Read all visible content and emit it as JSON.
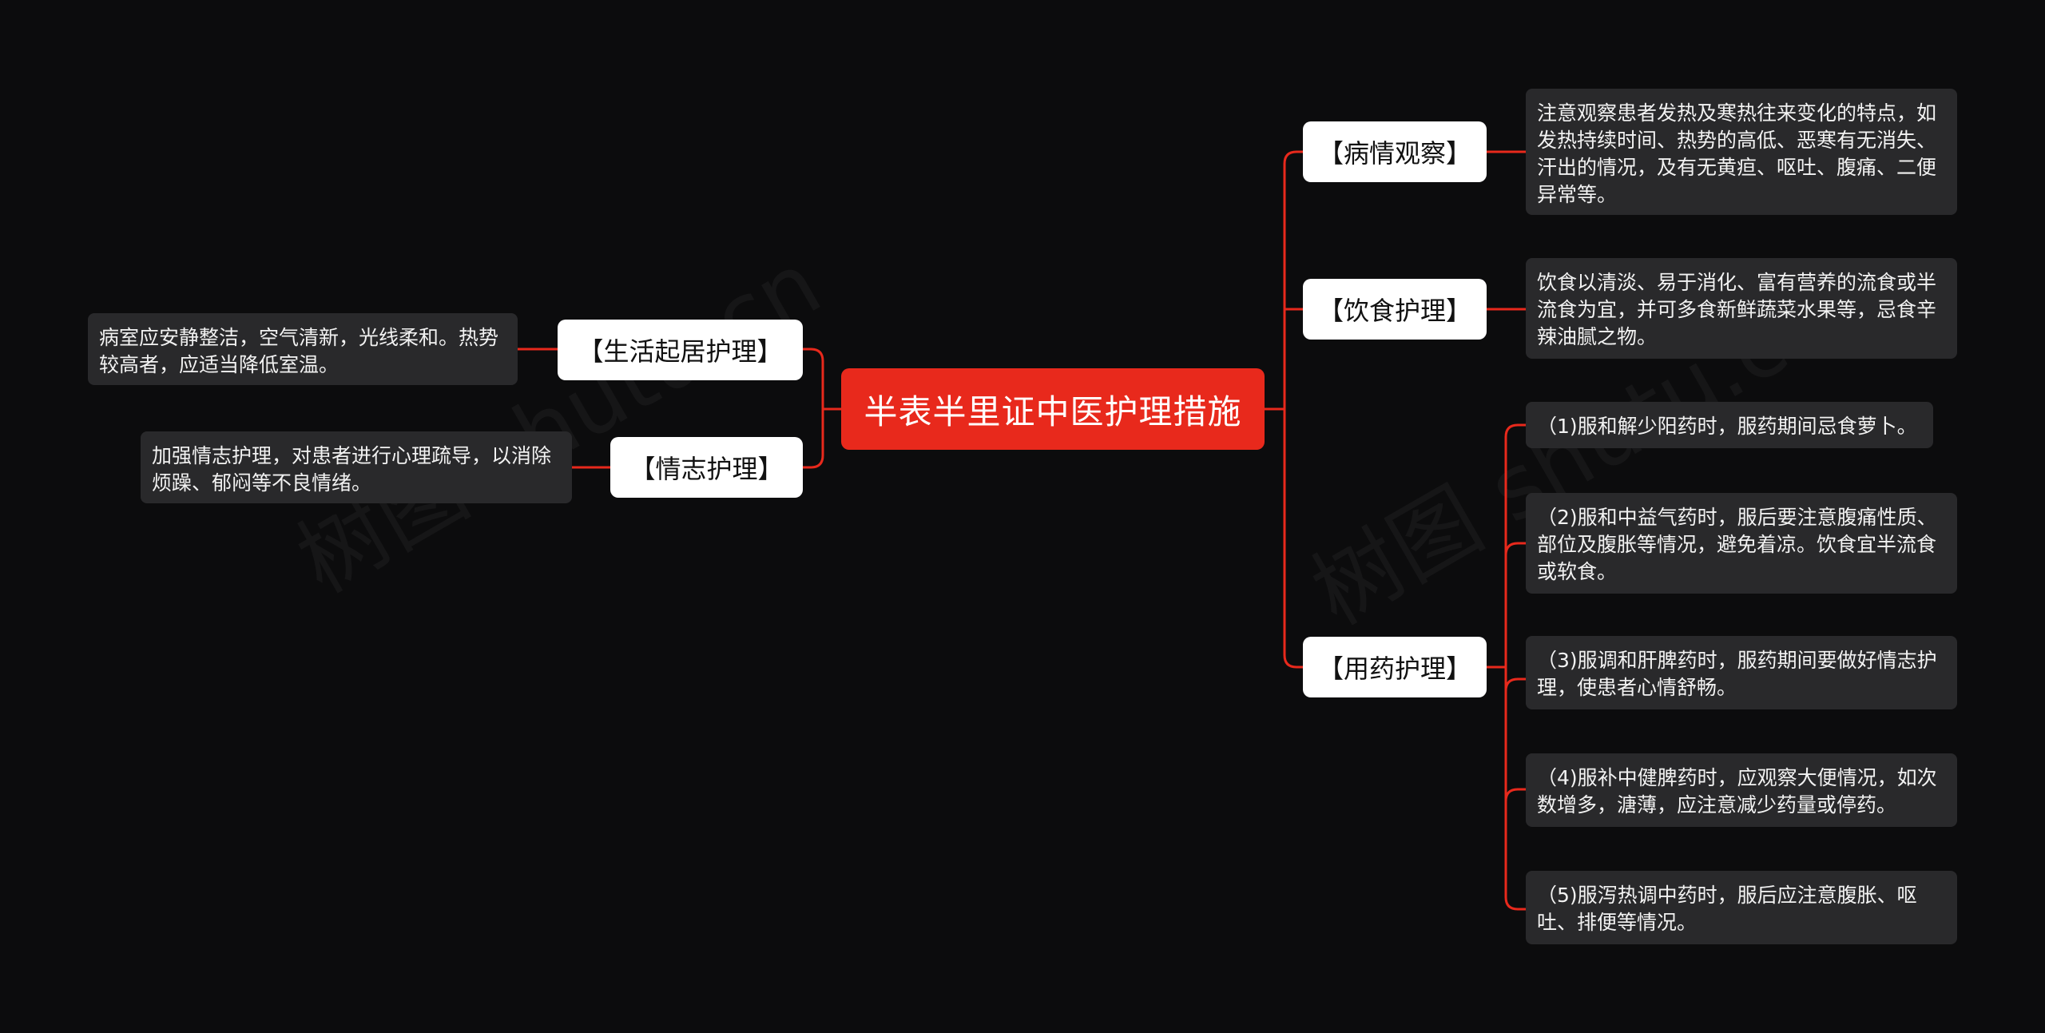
{
  "mindmap": {
    "root": "半表半里证中医护理措施",
    "left": [
      {
        "label": "【生活起居护理】",
        "details": [
          "病室应安静整洁，空气清新，光线柔和。热势较高者，应适当降低室温。"
        ]
      },
      {
        "label": "【情志护理】",
        "details": [
          "加强情志护理，对患者进行心理疏导，以消除烦躁、郁闷等不良情绪。"
        ]
      }
    ],
    "right": [
      {
        "label": "【病情观察】",
        "details": [
          "注意观察患者发热及寒热往来变化的特点，如发热持续时间、热势的高低、恶寒有无消失、汗出的情况，及有无黄疸、呕吐、腹痛、二便异常等。"
        ]
      },
      {
        "label": "【饮食护理】",
        "details": [
          "饮食以清淡、易于消化、富有营养的流食或半流食为宜，并可多食新鲜蔬菜水果等，忌食辛辣油腻之物。"
        ]
      },
      {
        "label": "【用药护理】",
        "details": [
          "（1)服和解少阳药时，服药期间忌食萝卜。",
          "（2)服和中益气药时，服后要注意腹痛性质、部位及腹胀等情况，避免着凉。饮食宜半流食或软食。",
          "（3)服调和肝脾药时，服药期间要做好情志护理，使患者心情舒畅。",
          "（4)服补中健脾药时，应观察大便情况，如次数增多，溏薄，应注意减少药量或停药。",
          "（5)服泻热调中药时，服后应注意腹胀、呕吐、排便等情况。"
        ]
      }
    ]
  },
  "colors": {
    "background": "#0c0c0d",
    "root_fill": "#e8291c",
    "branch_fill": "#ffffff",
    "leaf_fill": "#29292b",
    "connector": "#e8291c"
  }
}
